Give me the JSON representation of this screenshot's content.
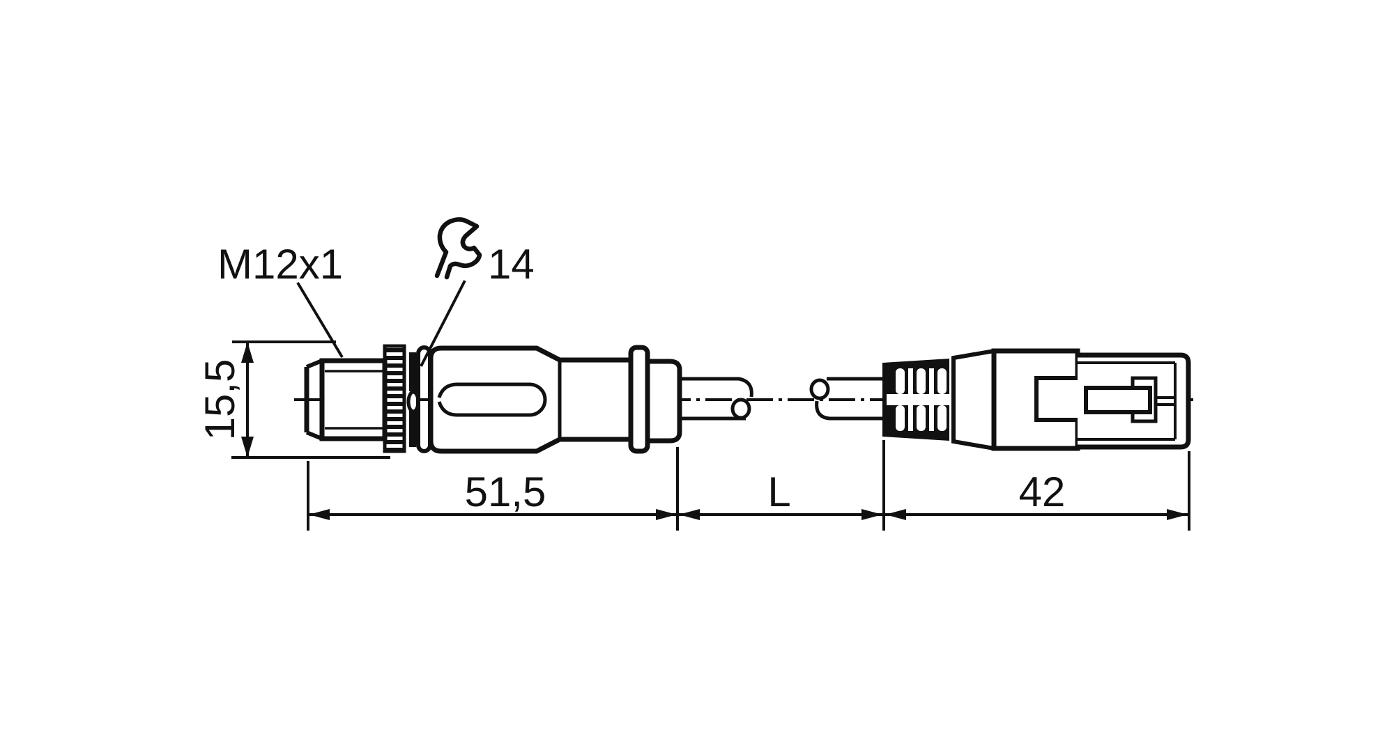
{
  "drawing": {
    "type": "technical-dimensional-drawing",
    "subject": "M12 connector cable with RJ45 connector, side view",
    "colors": {
      "line": "#111111",
      "background": "#ffffff"
    },
    "labels": {
      "thread": "M12x1",
      "wrench_size": "14",
      "wrench_icon": "wrench-icon"
    },
    "dimensions": {
      "height": "15,5",
      "left_connector_length": "51,5",
      "cable_length": "L",
      "right_connector_length": "42"
    }
  }
}
